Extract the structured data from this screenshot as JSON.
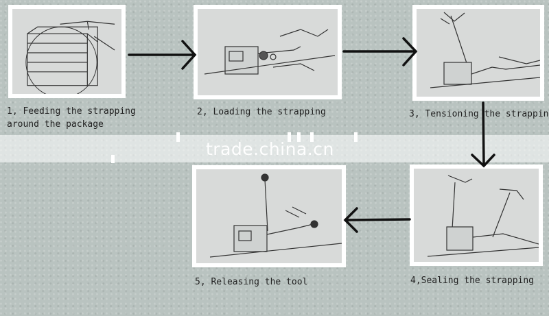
{
  "steps": [
    {
      "caption": "1, Feeding the strapping\naround the package"
    },
    {
      "caption": "2, Loading the strapping"
    },
    {
      "caption": "3, Tensioning the strappin"
    },
    {
      "caption": "4,Sealing the strapping"
    },
    {
      "caption": "5, Releasing the tool"
    }
  ],
  "watermark": "trade.china.cn"
}
